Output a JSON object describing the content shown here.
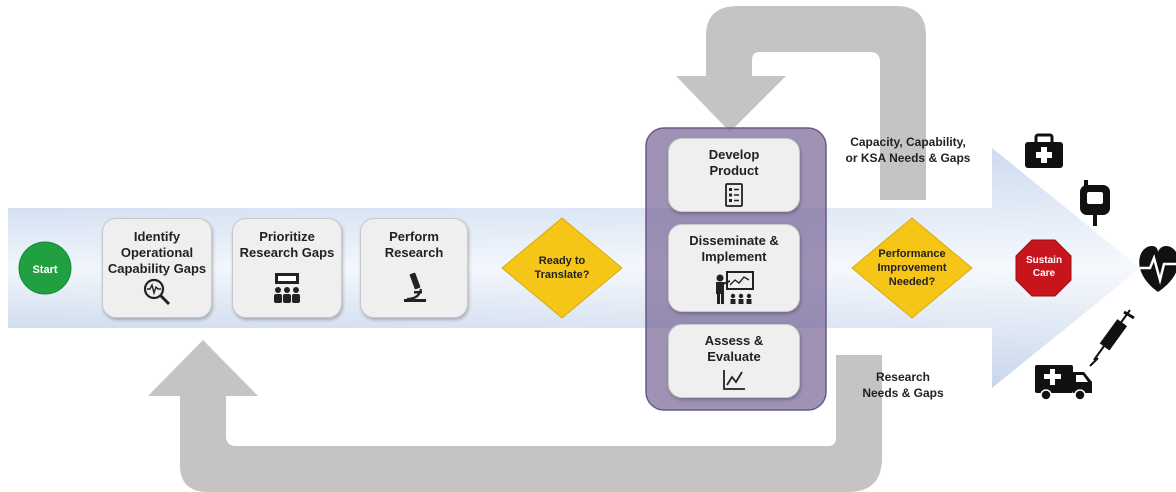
{
  "start": {
    "label": "Start",
    "color": "#20a040"
  },
  "steps": [
    {
      "label": "Identify\nOperational\nCapability Gaps",
      "icon": "magnifier-pulse-icon"
    },
    {
      "label": "Prioritize\nResearch Gaps",
      "icon": "presenter-group-icon"
    },
    {
      "label": "Perform\nResearch",
      "icon": "microscope-icon"
    }
  ],
  "decision_ready": {
    "label": "Ready to\nTranslate?"
  },
  "group_steps": [
    {
      "label": "Develop\nProduct",
      "icon": "checklist-icon"
    },
    {
      "label": "Disseminate &\nImplement",
      "icon": "teacher-board-icon"
    },
    {
      "label": "Assess &\nEvaluate",
      "icon": "line-chart-icon"
    }
  ],
  "decision_performance": {
    "label": "Performance\nImprovement\nNeeded?"
  },
  "stop": {
    "label": "Sustain\nCare",
    "color": "#c8141c"
  },
  "notes": {
    "upper": "Capacity, Capability,\nor KSA Needs & Gaps",
    "lower": "Research\nNeeds & Gaps"
  },
  "outcome_icons": [
    "medical-kit-icon",
    "iv-bag-icon",
    "heartbeat-icon",
    "syringe-icon",
    "ambulance-icon"
  ],
  "colors": {
    "diamond": "#f5c518",
    "group": "#7a6898",
    "loop_arrow": "#c4c4c4",
    "main_arrow_light": "#eef3fb",
    "main_arrow_dark": "#b0c6e6"
  }
}
